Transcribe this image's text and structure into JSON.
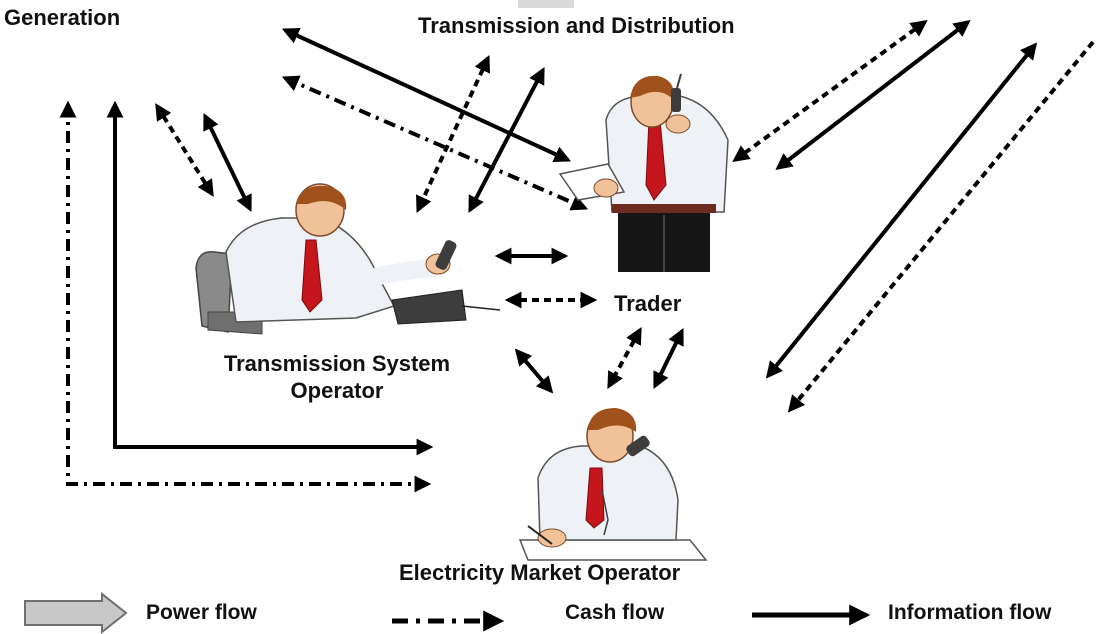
{
  "nodes": {
    "generation": "Generation",
    "transmission_distribution": "Transmission and Distribution",
    "trader": "Trader",
    "tso_line1": "Transmission System",
    "tso_line2": "Operator",
    "emo": "Electricity Market Operator"
  },
  "legend": {
    "power": "Power flow",
    "cash": "Cash flow",
    "information": "Information flow"
  },
  "colors": {
    "arrow": "#000000",
    "power_arrow_fill": "#c8c8c8",
    "power_arrow_stroke": "#6f6f6f",
    "shirt": "#eef1f5",
    "tie": "#c4161c",
    "skin": "#f1c29a",
    "hair": "#a0521d",
    "trousers": "#151515",
    "phone": "#3d3d3d",
    "chair": "#8a8a8a"
  }
}
